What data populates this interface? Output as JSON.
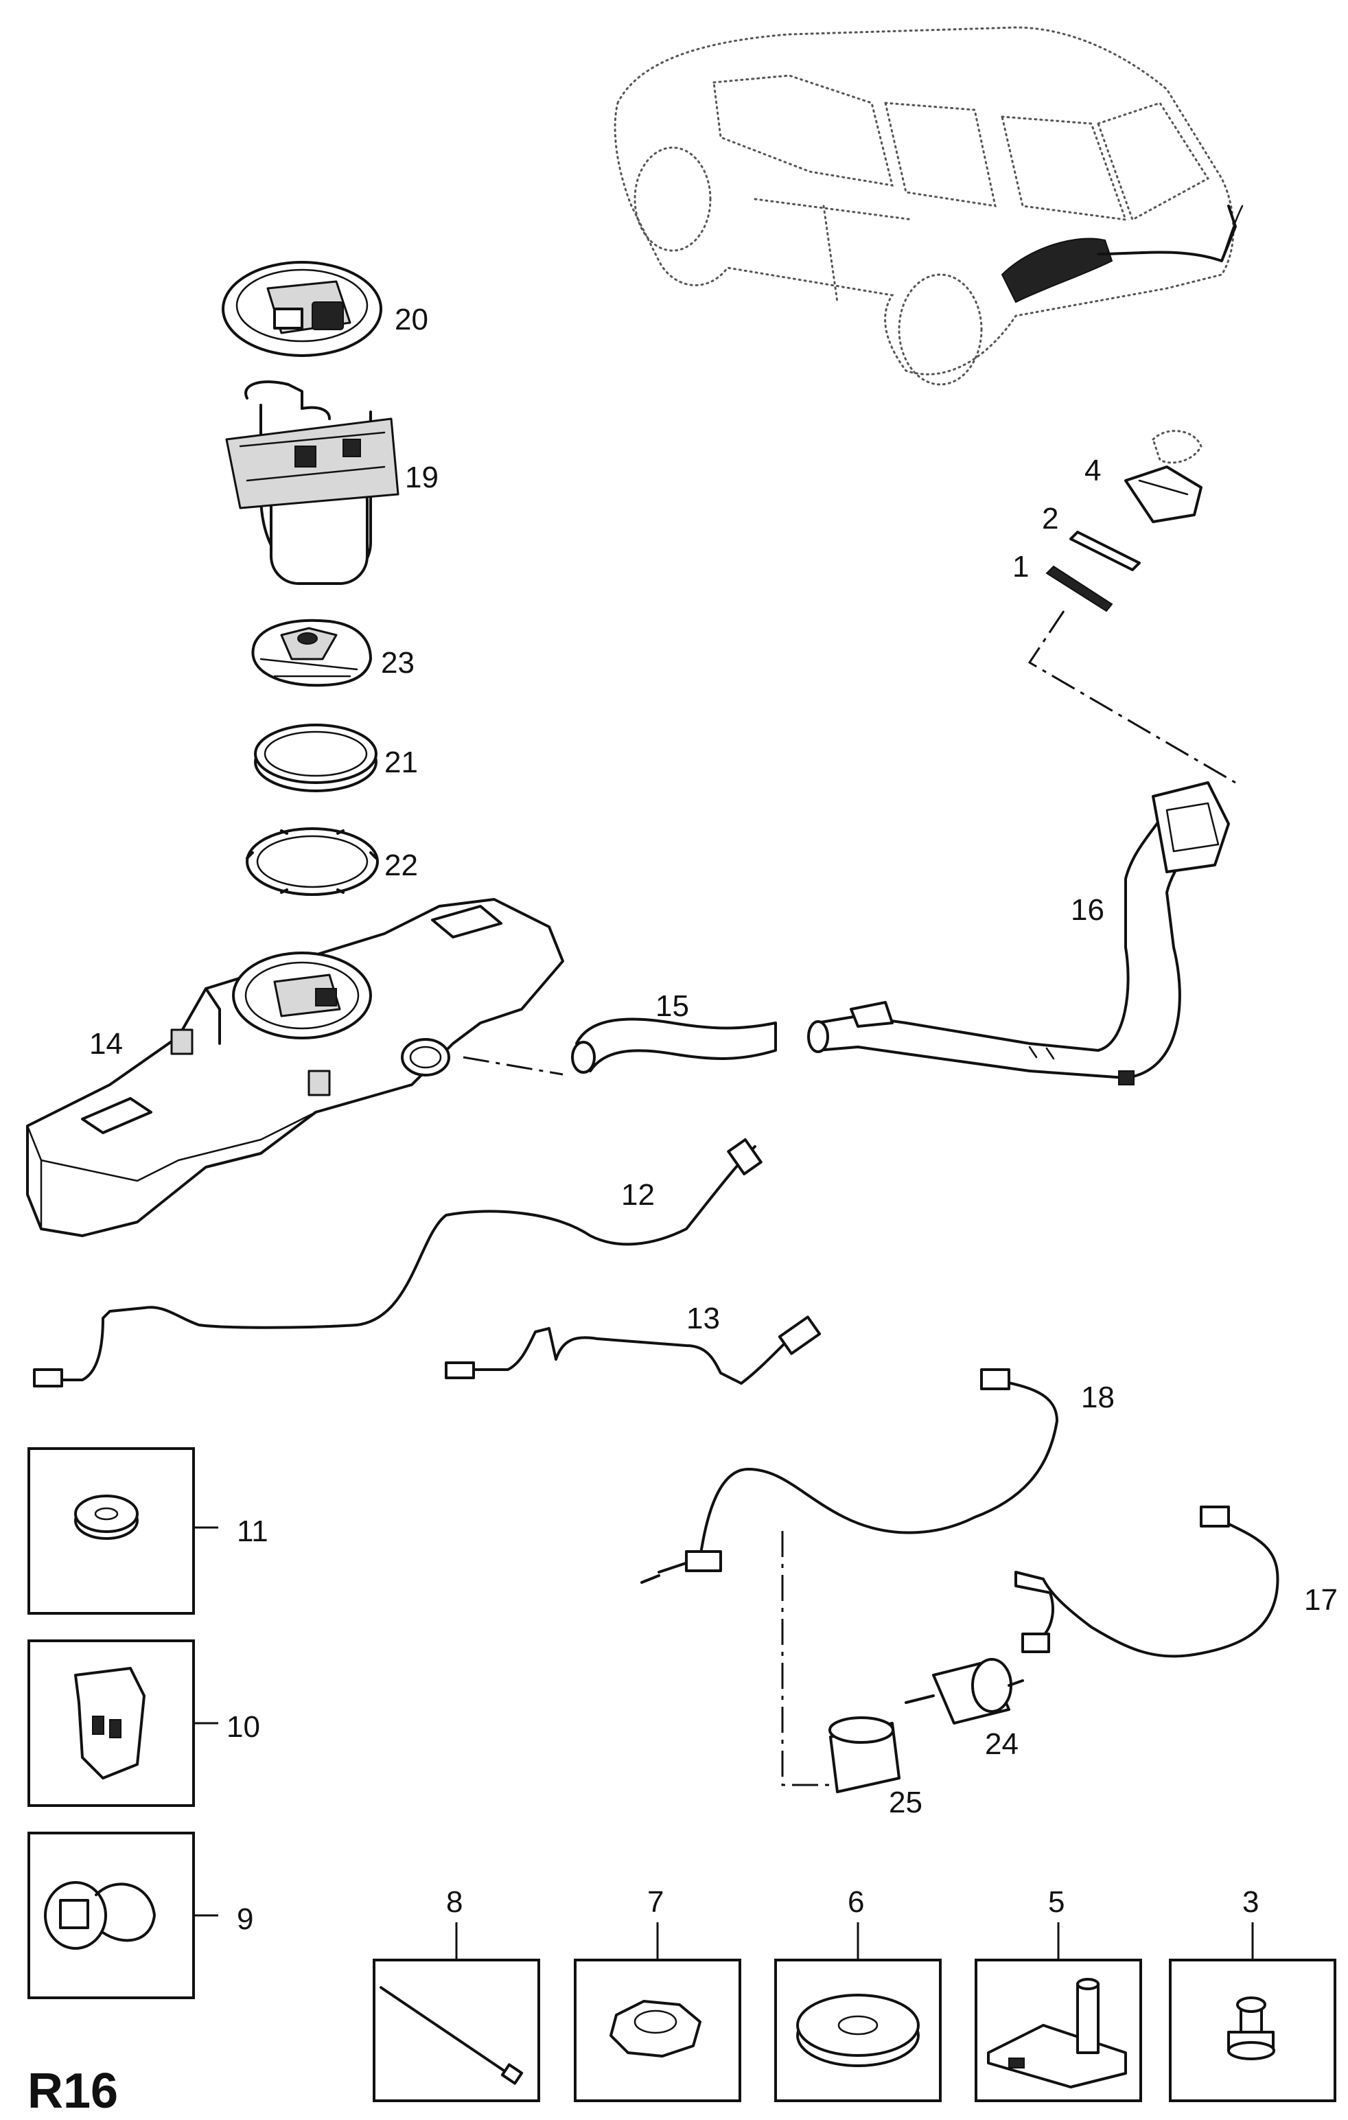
{
  "diagram": {
    "code": "R16",
    "callouts": {
      "p1": "1",
      "p2": "2",
      "p3": "3",
      "p4": "4",
      "p5": "5",
      "p6": "6",
      "p7": "7",
      "p8": "8",
      "p9": "9",
      "p10": "10",
      "p11": "11",
      "p12": "12",
      "p13": "13",
      "p14": "14",
      "p15": "15",
      "p16": "16",
      "p17": "17",
      "p18": "18",
      "p19": "19",
      "p20": "20",
      "p21": "21",
      "p22": "22",
      "p23": "23",
      "p24": "24",
      "p25": "25"
    }
  },
  "colors": {
    "line": "#111111",
    "background": "#ffffff",
    "fill_light": "#d8d8d8"
  }
}
